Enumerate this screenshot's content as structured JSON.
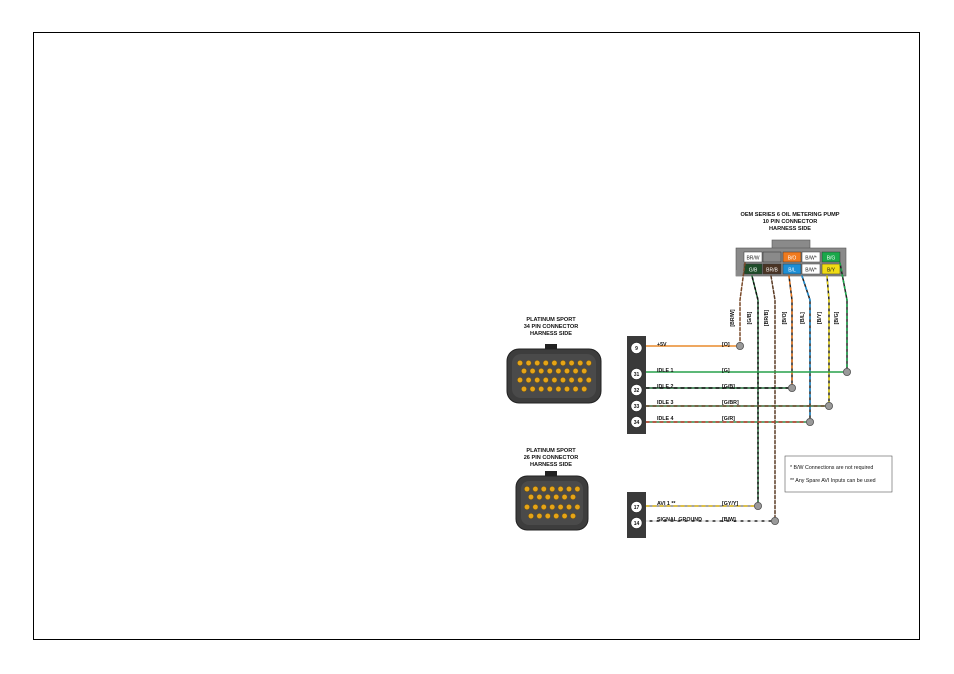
{
  "pump": {
    "title_lines": [
      "OEM SERIES 6 OIL METERING PUMP",
      "10 PIN CONNECTOR",
      "HARNESS SIDE"
    ],
    "pins_top": [
      {
        "label": "BR/W",
        "bg": "#ffffff",
        "fg": "#222222"
      },
      {
        "label": "",
        "bg": "#8a8a8a",
        "fg": "#222222"
      },
      {
        "label": "B/O",
        "bg": "#f07a1e",
        "fg": "#ffffff"
      },
      {
        "label": "B/W*",
        "bg": "#ffffff",
        "fg": "#222222"
      },
      {
        "label": "B/G",
        "bg": "#19a84a",
        "fg": "#ffffff"
      }
    ],
    "pins_bottom": [
      {
        "label": "G/B",
        "bg": "#1f4d2a",
        "fg": "#ffffff"
      },
      {
        "label": "BR/B",
        "bg": "#4a3424",
        "fg": "#ffffff"
      },
      {
        "label": "B/L",
        "bg": "#1d8fd6",
        "fg": "#ffffff"
      },
      {
        "label": "B/W*",
        "bg": "#ffffff",
        "fg": "#222222"
      },
      {
        "label": "B/Y",
        "bg": "#f0dc14",
        "fg": "#222222"
      }
    ]
  },
  "wire_tags": [
    "[BR/W]",
    "[G/B]",
    "[BR/B]",
    "[B/O]",
    "[B/L]",
    "[B/Y]",
    "[B/G]"
  ],
  "conn34": {
    "title_lines": [
      "PLATINUM SPORT",
      "34 PIN CONNECTOR",
      "HARNESS SIDE"
    ]
  },
  "conn26": {
    "title_lines": [
      "PLATINUM SPORT",
      "26 PIN CONNECTOR",
      "HARNESS SIDE"
    ]
  },
  "rows34": [
    {
      "pin": "9",
      "name": "+5V",
      "code": "[O]",
      "color": "#e98a2c"
    },
    {
      "pin": "31",
      "name": "IDLE 1",
      "code": "[G]",
      "color": "#27a04a"
    },
    {
      "pin": "32",
      "name": "IDLE 2",
      "code": "[G/B]",
      "color": "#1f6b36"
    },
    {
      "pin": "33",
      "name": "IDLE 3",
      "code": "[G/BR]",
      "color": "#3a6b3a"
    },
    {
      "pin": "34",
      "name": "IDLE 4",
      "code": "[G/R]",
      "color": "#2f8a4a"
    }
  ],
  "rows26": [
    {
      "pin": "17",
      "name": "AVI 1 **",
      "code": "[GY/Y]",
      "color": "#b9a33a"
    },
    {
      "pin": "14",
      "name": "SIGNAL GROUND",
      "code": "[B/W]",
      "color": "#444444"
    }
  ],
  "notes": [
    "* B/W Connections are not required",
    "** Any Spare AVI Inputs can be used"
  ],
  "colors": {
    "connector_body": "#3d3d3d",
    "pin_gold": "#e6a417",
    "block": "#3a3a3a",
    "pump_body": "#8a8a8a"
  }
}
